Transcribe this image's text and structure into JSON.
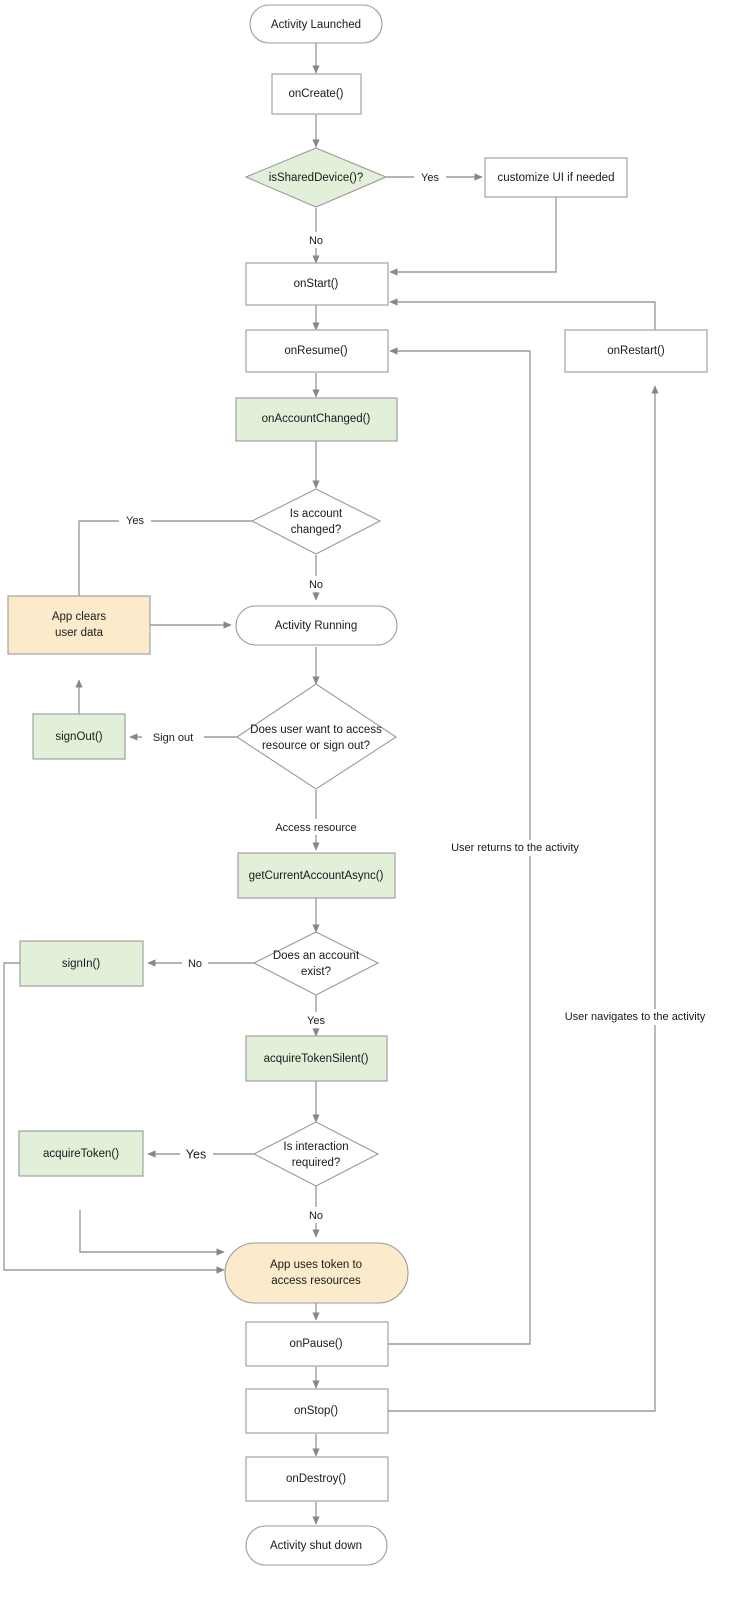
{
  "diagram": {
    "title": "MSAL Android Activity Lifecycle Flowchart",
    "colors": {
      "background": "#ffffff",
      "stroke": "#9a9a9a",
      "edge": "#878787",
      "text": "#1a1a1a",
      "fill_white": "#ffffff",
      "fill_green": "#e2efd9",
      "fill_orange": "#fcebca"
    },
    "nodes": [
      {
        "id": "activity-launched",
        "label": "Activity Launched",
        "shape": "stadium",
        "fill": "white"
      },
      {
        "id": "oncreate",
        "label": "onCreate()",
        "shape": "rect",
        "fill": "white"
      },
      {
        "id": "isshareddevice",
        "label": "isSharedDevice()?",
        "shape": "diamond",
        "fill": "green"
      },
      {
        "id": "customize-ui",
        "label": "customize UI if needed",
        "shape": "rect",
        "fill": "white"
      },
      {
        "id": "onstart",
        "label": "onStart()",
        "shape": "rect",
        "fill": "white"
      },
      {
        "id": "onresume",
        "label": "onResume()",
        "shape": "rect",
        "fill": "white"
      },
      {
        "id": "onrestart",
        "label": "onRestart()",
        "shape": "rect",
        "fill": "white"
      },
      {
        "id": "onaccountchanged",
        "label": "onAccountChanged()",
        "shape": "rect",
        "fill": "green"
      },
      {
        "id": "is-account-changed",
        "label": "Is account|changed?",
        "shape": "diamond",
        "fill": "white"
      },
      {
        "id": "app-clears-user-data",
        "label": "App clears|user data",
        "shape": "rect",
        "fill": "orange"
      },
      {
        "id": "activity-running",
        "label": "Activity Running",
        "shape": "stadium",
        "fill": "white"
      },
      {
        "id": "signout",
        "label": "signOut()",
        "shape": "rect",
        "fill": "green"
      },
      {
        "id": "access-or-signout",
        "label": "Does user want to access|resource or sign out?",
        "shape": "diamond",
        "fill": "white"
      },
      {
        "id": "getcurrentaccountasync",
        "label": "getCurrentAccountAsync()",
        "shape": "rect",
        "fill": "green"
      },
      {
        "id": "does-account-exist",
        "label": "Does an account|exist?",
        "shape": "diamond",
        "fill": "white"
      },
      {
        "id": "signin",
        "label": "signIn()",
        "shape": "rect",
        "fill": "green"
      },
      {
        "id": "acquiretokensilent",
        "label": "acquireTokenSilent()",
        "shape": "rect",
        "fill": "green"
      },
      {
        "id": "is-interaction-required",
        "label": "Is interaction|required?",
        "shape": "diamond",
        "fill": "white"
      },
      {
        "id": "acquiretoken",
        "label": "acquireToken()",
        "shape": "rect",
        "fill": "green"
      },
      {
        "id": "app-uses-token",
        "label": "App uses token to|access resources",
        "shape": "stadium",
        "fill": "orange"
      },
      {
        "id": "onpause",
        "label": "onPause()",
        "shape": "rect",
        "fill": "white"
      },
      {
        "id": "onstop",
        "label": "onStop()",
        "shape": "rect",
        "fill": "white"
      },
      {
        "id": "ondestroy",
        "label": "onDestroy()",
        "shape": "rect",
        "fill": "white"
      },
      {
        "id": "activity-shut-down",
        "label": "Activity shut down",
        "shape": "stadium",
        "fill": "white"
      }
    ],
    "edge_labels": [
      {
        "id": "yes-shared-device",
        "label": "Yes"
      },
      {
        "id": "no-shared-device",
        "label": "No"
      },
      {
        "id": "yes-account-changed",
        "label": "Yes"
      },
      {
        "id": "no-account-changed",
        "label": "No"
      },
      {
        "id": "sign-out",
        "label": "Sign out"
      },
      {
        "id": "access-resource",
        "label": "Access resource"
      },
      {
        "id": "no-account-exist",
        "label": "No"
      },
      {
        "id": "yes-account-exist",
        "label": "Yes"
      },
      {
        "id": "yes-interaction-required",
        "label": "Yes"
      },
      {
        "id": "no-interaction-required",
        "label": "No"
      },
      {
        "id": "user-returns",
        "label": "User returns to the activity"
      },
      {
        "id": "user-navigates",
        "label": "User navigates to the activity"
      }
    ]
  }
}
